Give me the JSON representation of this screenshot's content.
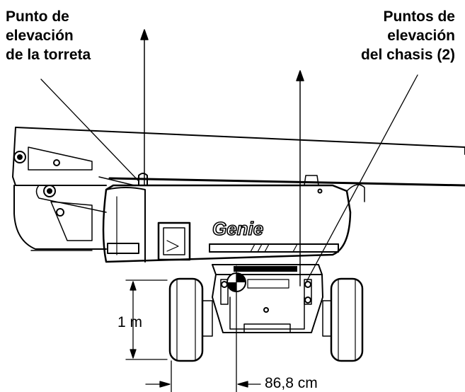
{
  "labels": {
    "turret_lift_point": "Punto de\nelevación\nde la torreta",
    "chassis_lift_points": "Puntos de\nelevación\ndel chasis (2)"
  },
  "dimensions": {
    "height": "1 m",
    "width": "86,8 cm"
  },
  "logo": "Genie",
  "colors": {
    "line": "#000000",
    "background": "#ffffff"
  }
}
